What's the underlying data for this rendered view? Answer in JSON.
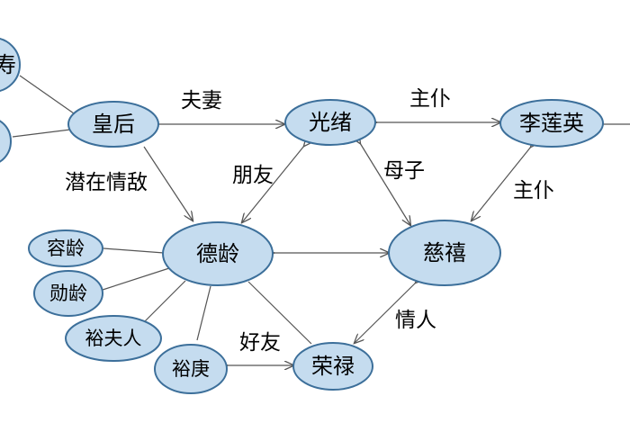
{
  "nodes": {
    "shou": "寿",
    "huanghou": "皇后",
    "guangxu": "光绪",
    "lilianying": "李莲英",
    "deling": "德龄",
    "cixi": "慈禧",
    "rongling": "容龄",
    "xunling": "勋龄",
    "yufuren": "裕夫人",
    "yugeng": "裕庚",
    "ronglu": "荣禄"
  },
  "edges": {
    "fuqi": "夫妻",
    "zhupu_top": "主仆",
    "qianzai_qingdi": "潜在情敌",
    "pengyou": "朋友",
    "muzi": "母子",
    "zhupu_side": "主仆",
    "haoyou": "好友",
    "qingren": "情人"
  }
}
